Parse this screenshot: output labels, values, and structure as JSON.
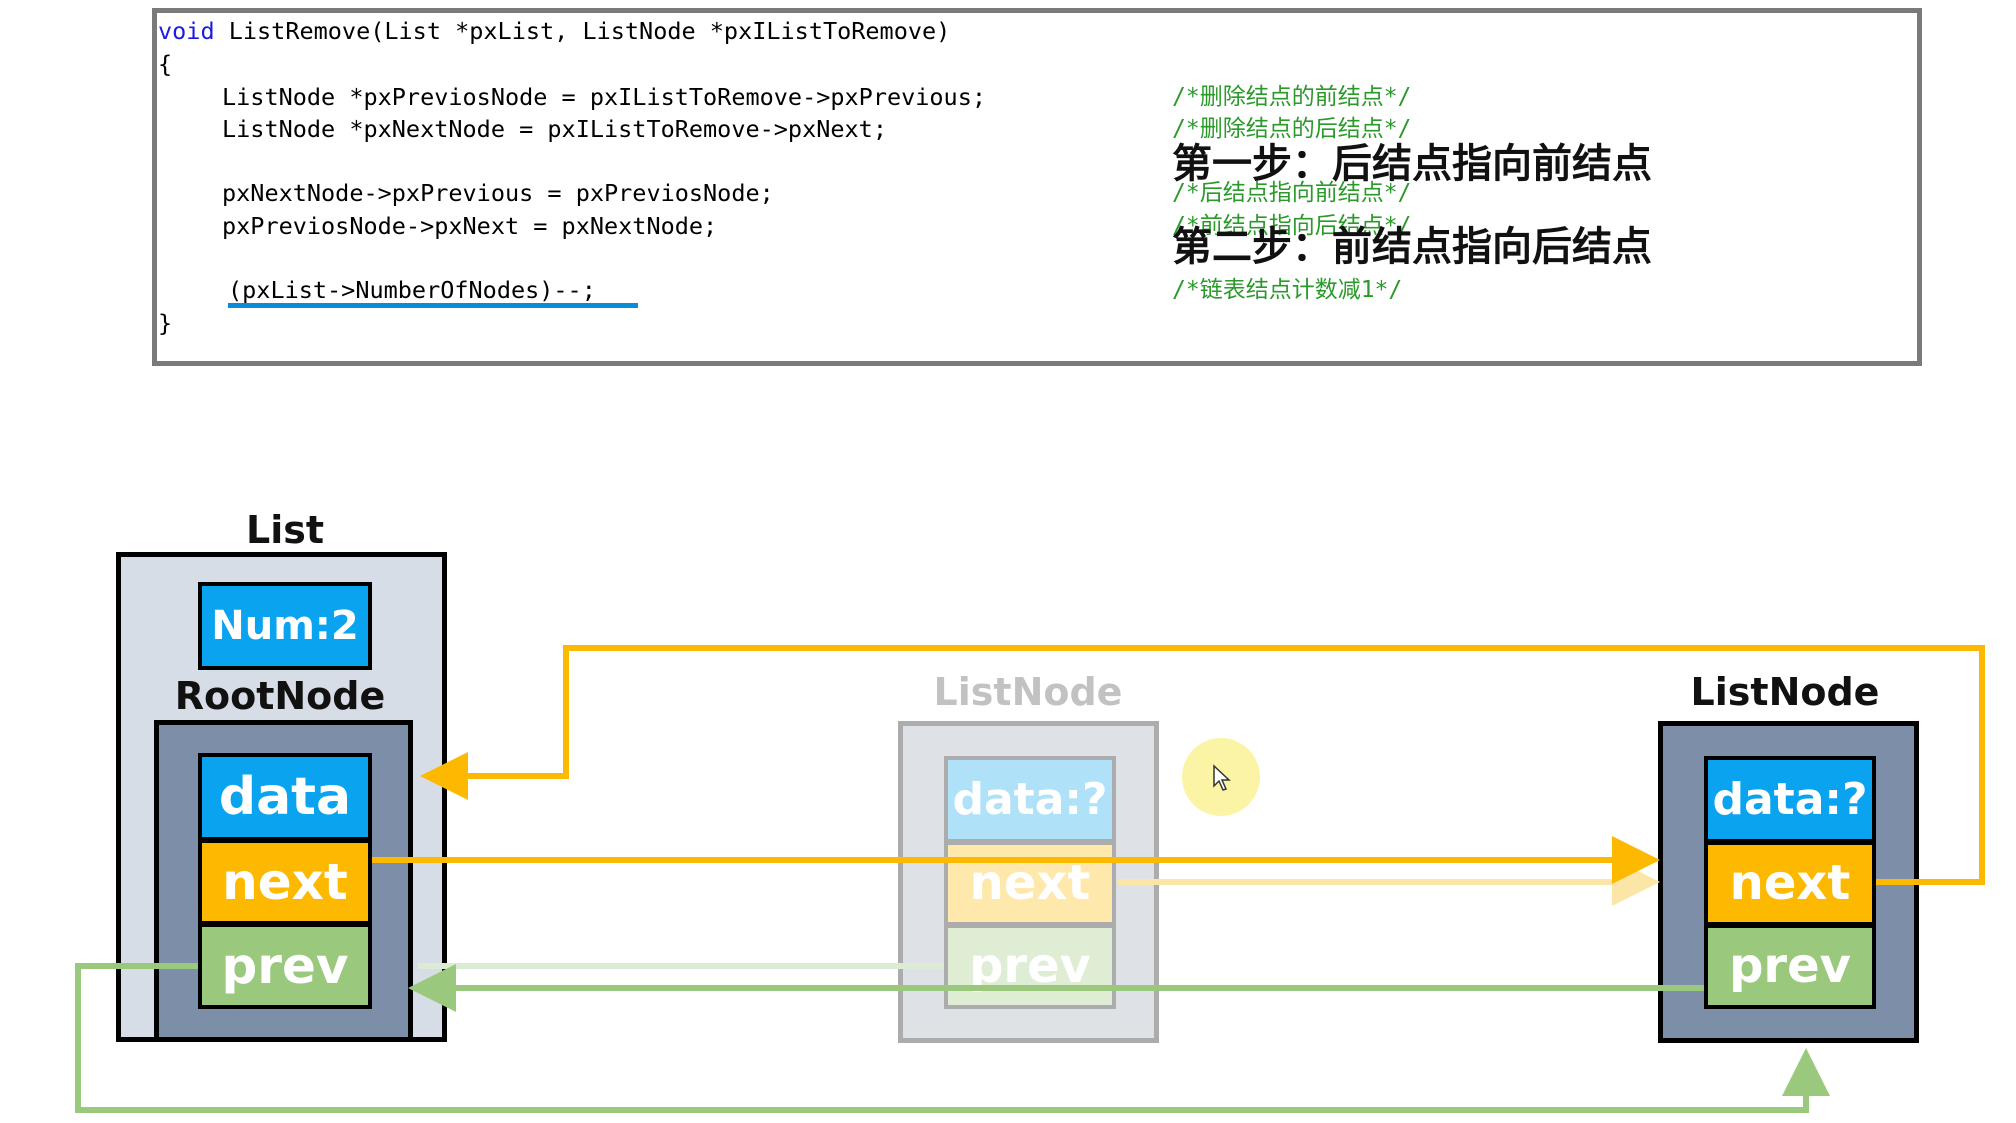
{
  "code": {
    "signature_kw": "void",
    "signature_rest": " ListRemove(List *pxList, ListNode *pxIListToRemove)",
    "open_brace": "{",
    "line_prev": "ListNode *pxPreviosNode = pxIListToRemove->pxPrevious;",
    "line_next": "ListNode *pxNextNode = pxIListToRemove->pxNext;",
    "line_link1": "pxNextNode->pxPrevious = pxPreviosNode;",
    "line_link2": "pxPreviosNode->pxNext = pxNextNode;",
    "line_count": "(pxList->NumberOfNodes)--;",
    "close_brace": "}",
    "comment_prev": "/*删除结点的前结点*/",
    "comment_next": "/*删除结点的后结点*/",
    "comment_link1": "/*后结点指向前结点*/",
    "comment_link2": "/*前结点指向后结点*/",
    "comment_count": "/*链表结点计数减1*/",
    "step1": "第一步：后结点指向前结点",
    "step2": "第二步：前结点指向后结点"
  },
  "diagram": {
    "list_label": "List",
    "num_label": "Num:2",
    "root_label": "RootNode",
    "root_data": "data",
    "root_next": "next",
    "root_prev": "prev",
    "removed_label": "ListNode",
    "removed_data": "data:?",
    "removed_next": "next",
    "removed_prev": "prev",
    "right_label": "ListNode",
    "right_data": "data:?",
    "right_next": "next",
    "right_prev": "prev"
  },
  "colors": {
    "next_link": "#fdb900",
    "prev_link": "#9ac87c",
    "data_field": "#09a3ef",
    "node_body": "#7d8fa8",
    "list_body": "#d7dde6"
  }
}
